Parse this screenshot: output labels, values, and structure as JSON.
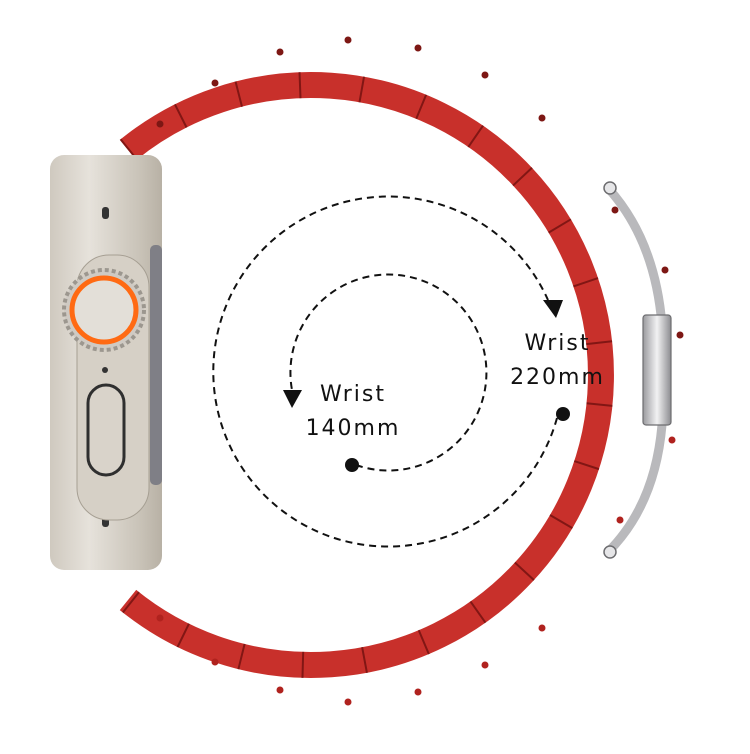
{
  "product": {
    "type": "watch-band-size-diagram",
    "band_color": "#c8302b",
    "band_dark": "#7a1412",
    "case_color": "#d9d4cc",
    "crown_accent": "#ff6a13",
    "clasp_color": "#c7c7c9"
  },
  "sizes": [
    {
      "label": "Wrist",
      "value": "140mm"
    },
    {
      "label": "Wrist",
      "value": "220mm"
    }
  ],
  "icons": {
    "arrow": "triangle-down-arrowhead",
    "start_dot": "filled-circle"
  }
}
